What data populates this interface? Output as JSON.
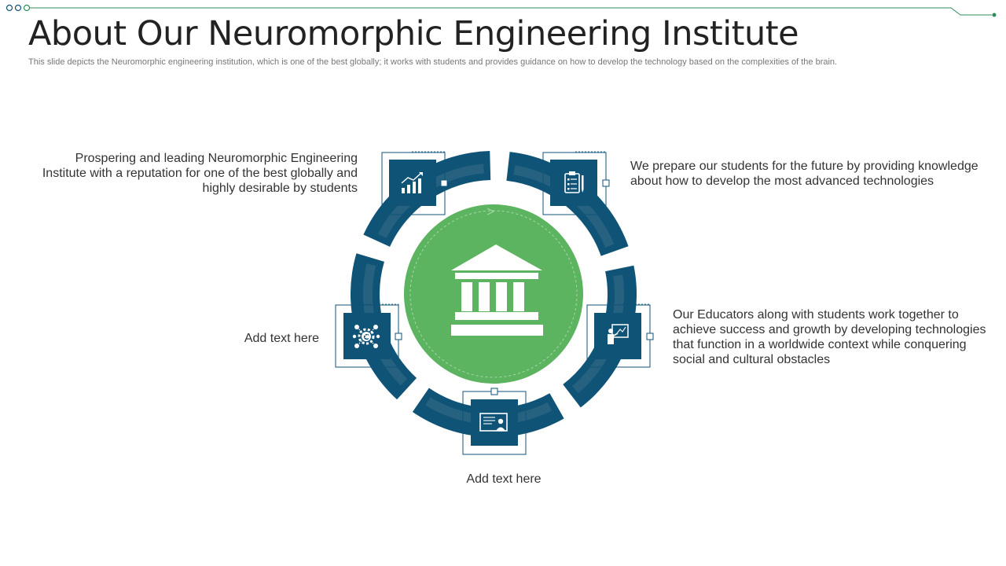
{
  "slide": {
    "title": "About Our Neuromorphic Engineering Institute",
    "subtitle": "This slide depicts the Neuromorphic engineering institution, which is one of the best globally; it works with students and provides guidance on how to develop the technology based on the complexities of the brain."
  },
  "items": [
    {
      "text": "Prospering and leading Neuromorphic Engineering Institute with a reputation for one of the best globally and highly desirable by students",
      "icon": "bar-chart-icon"
    },
    {
      "text": "We prepare our students for the future by providing knowledge about how to develop the most advanced technologies",
      "icon": "clipboard-icon"
    },
    {
      "text": "Our Educators along with students work together to achieve success and growth by developing technologies that function in a worldwide context while conquering social and cultural obstacles",
      "icon": "teacher-board-icon"
    },
    {
      "text": "Add text here",
      "icon": "presentation-screen-icon"
    },
    {
      "text": "Add text here",
      "icon": "gear-network-icon"
    }
  ],
  "center": {
    "icon": "institution-building-icon"
  },
  "colors": {
    "navy": "#0f5377",
    "navy_inner": "#26627f",
    "green": "#5cb460",
    "line_accent": "#2c8c5a"
  }
}
